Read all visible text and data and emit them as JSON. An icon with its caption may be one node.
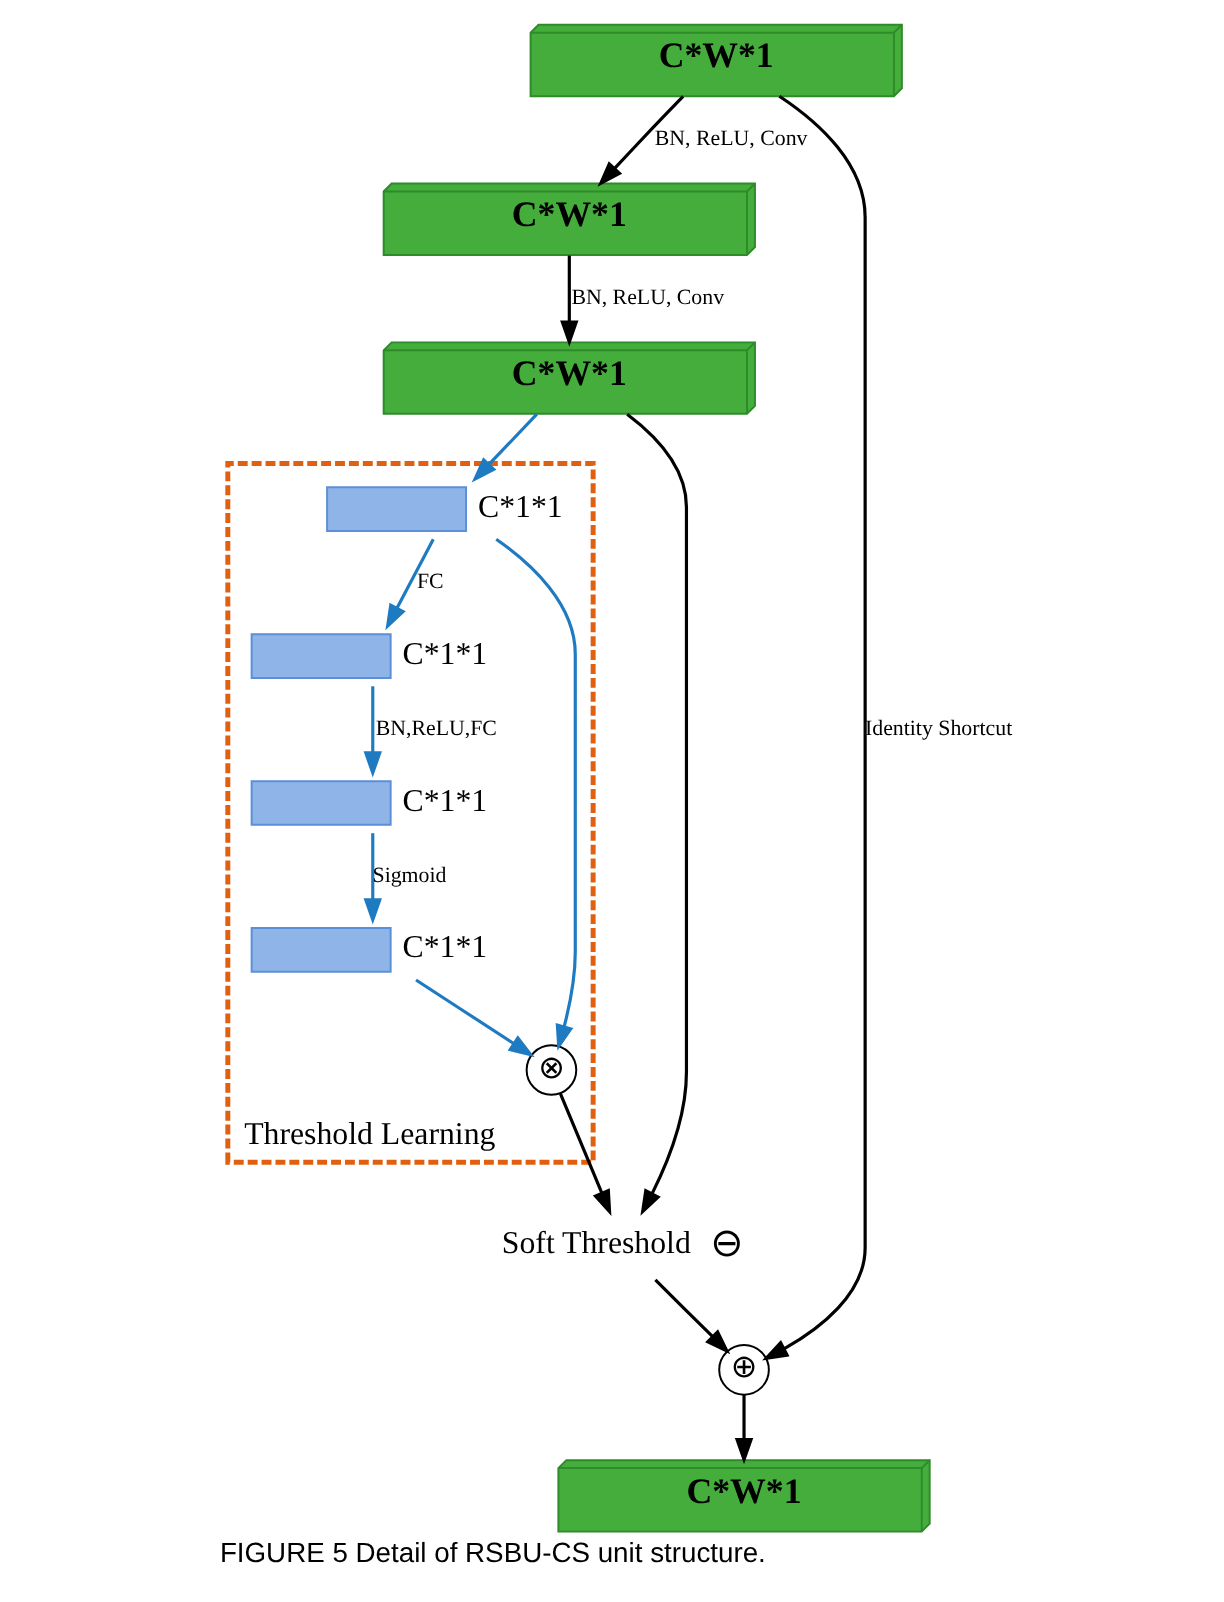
{
  "diagram": {
    "caption": "FIGURE 5 Detail of RSBU-CS unit structure.",
    "nodes": [
      {
        "text": [
          "C*W*1"
        ]
      },
      {
        "text": [
          "C*W*1"
        ]
      },
      {
        "text": [
          "C*W*1"
        ]
      },
      {
        "text": [
          "Threshold Learning"
        ]
      },
      {
        "text": [],
        "shape": "bar",
        "in": 3,
        "beside": [
          "C*1*1"
        ]
      },
      {
        "text": [],
        "shape": "bar",
        "in": 3,
        "beside": [
          "C*1*1"
        ]
      },
      {
        "text": [],
        "shape": "bar",
        "in": 3,
        "beside": [
          "C*1*1"
        ]
      },
      {
        "text": [],
        "shape": "bar",
        "in": 3,
        "beside": [
          "C*1*1"
        ]
      },
      {
        "text": [
          "⊗"
        ],
        "in": 3
      },
      {
        "text": [
          "⊖"
        ],
        "beside": [
          "Soft Threshold"
        ]
      },
      {
        "text": [
          "⊕"
        ]
      },
      {
        "text": [
          "C*W*1"
        ]
      }
    ],
    "edges": [
      {
        "from": 0,
        "to": 1,
        "arrow": "to",
        "label": "BN, ReLU, Conv"
      },
      {
        "from": 1,
        "to": 2,
        "arrow": "to",
        "label": "BN, ReLU, Conv"
      },
      {
        "from": 2,
        "to": 4,
        "arrow": "to",
        "color": "#1f7bc1"
      },
      {
        "from": 4,
        "to": 5,
        "arrow": "to",
        "label": "FC",
        "color": "#1f7bc1"
      },
      {
        "from": 5,
        "to": 6,
        "arrow": "to",
        "label": "BN,ReLU,FC",
        "color": "#1f7bc1"
      },
      {
        "from": 6,
        "to": 7,
        "arrow": "to",
        "label": "Sigmoid",
        "color": "#1f7bc1"
      },
      {
        "from": 4,
        "to": 8,
        "arrow": "to",
        "color": "#1f7bc1"
      },
      {
        "from": 7,
        "to": 8,
        "arrow": "to",
        "color": "#1f7bc1"
      },
      {
        "from": 2,
        "to": 9,
        "arrow": "to"
      },
      {
        "from": 8,
        "to": 9,
        "arrow": "to"
      },
      {
        "from": 9,
        "to": 10,
        "arrow": "to"
      },
      {
        "from": 0,
        "to": 10,
        "arrow": "to",
        "label": "Identity Shortcut"
      },
      {
        "from": 10,
        "to": 11,
        "arrow": "to"
      }
    ]
  }
}
